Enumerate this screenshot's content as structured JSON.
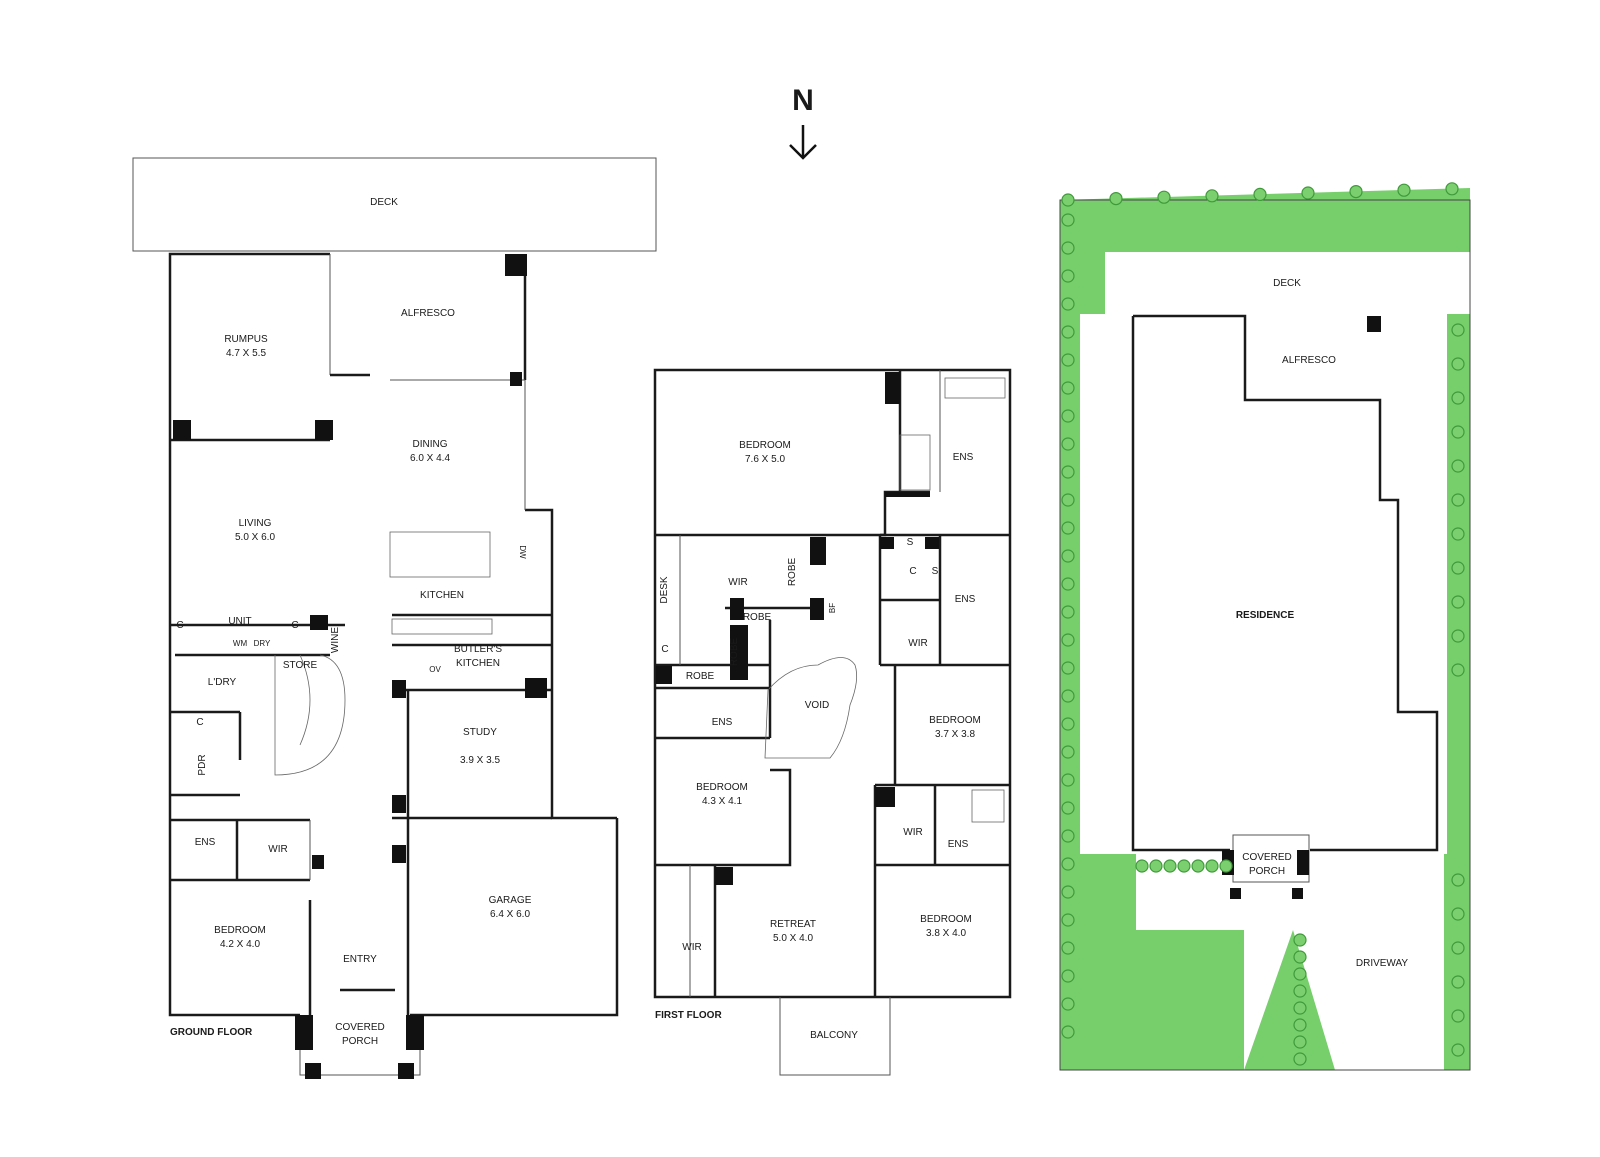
{
  "compass": {
    "letter": "N"
  },
  "ground_floor": {
    "caption": "GROUND FLOOR",
    "deck": "DECK",
    "alfresco": "ALFRESCO",
    "rumpus": "RUMPUS",
    "rumpus_dim": "4.7 X 5.5",
    "dining": "DINING",
    "dining_dim": "6.0 X 4.4",
    "living": "LIVING",
    "living_dim": "5.0 X 6.0",
    "kitchen": "KITCHEN",
    "dw": "DW",
    "unit": "UNIT",
    "c": "C",
    "wm": "WM",
    "dry": "DRY",
    "wine": "WINE",
    "butlers": "BUTLER'S",
    "butlers2": "KITCHEN",
    "ov": "OV",
    "store": "STORE",
    "ldry": "L'DRY",
    "pdr": "PDR",
    "study": "STUDY",
    "study_dim": "3.9 X 3.5",
    "ens": "ENS",
    "wir": "WIR",
    "garage": "GARAGE",
    "garage_dim": "6.4 X 6.0",
    "bedroom": "BEDROOM",
    "bedroom_dim": "4.2 X 4.0",
    "entry": "ENTRY",
    "covered": "COVERED",
    "porch": "PORCH"
  },
  "first_floor": {
    "caption": "FIRST FLOOR",
    "bed1": "BEDROOM",
    "bed1_dim": "7.6 X 5.0",
    "ens": "ENS",
    "desk": "DESK",
    "wir": "WIR",
    "robe": "ROBE",
    "bf": "BF",
    "c": "C",
    "s": "S",
    "void": "VOID",
    "bed2": "BEDROOM",
    "bed2_dim": "3.7 X 3.8",
    "bed3": "BEDROOM",
    "bed3_dim": "4.3 X 4.1",
    "bed4": "BEDROOM",
    "bed4_dim": "3.8 X 4.0",
    "retreat": "RETREAT",
    "retreat_dim": "5.0 X 4.0",
    "balcony": "BALCONY"
  },
  "site": {
    "deck": "DECK",
    "alfresco": "ALFRESCO",
    "residence": "RESIDENCE",
    "covered": "COVERED",
    "porch": "PORCH",
    "driveway": "DRIVEWAY"
  },
  "colors": {
    "grass": "#76cf6b",
    "tree": "#7ccf6e",
    "wall": "#1a1a1a"
  }
}
